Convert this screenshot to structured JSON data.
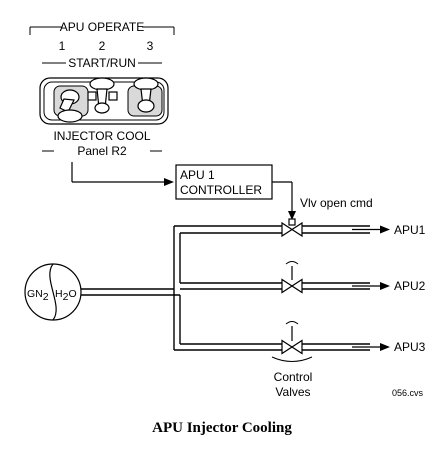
{
  "panel": {
    "apu_operate": "APU OPERATE",
    "switch_numbers": [
      "1",
      "2",
      "3"
    ],
    "start_run": "START/RUN",
    "injector_cool": "INJECTOR COOL",
    "panel_name": "Panel R2"
  },
  "controller": {
    "line1": "APU 1",
    "line2": "CONTROLLER"
  },
  "valve_command": "Vlv open cmd",
  "tank": {
    "gn": "GN",
    "gn_sub": "2",
    "h": "H",
    "h_sub": "2",
    "o": "O"
  },
  "outputs": [
    "APU1",
    "APU2",
    "APU3"
  ],
  "control_valves": {
    "line1": "Control",
    "line2": "Valves"
  },
  "figure_id": "056.cvs",
  "caption": "APU Injector Cooling"
}
